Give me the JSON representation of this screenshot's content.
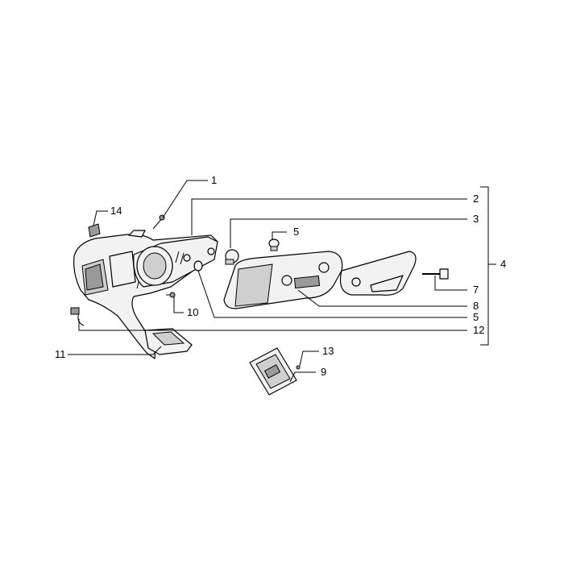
{
  "diagram": {
    "callouts": {
      "c1": "1",
      "c2": "2",
      "c3": "3",
      "c4": "4",
      "c5a": "5",
      "c5b": "5",
      "c7": "7",
      "c8": "8",
      "c9": "9",
      "c10": "10",
      "c11": "11",
      "c12": "12",
      "c13": "13",
      "c14": "14"
    }
  }
}
